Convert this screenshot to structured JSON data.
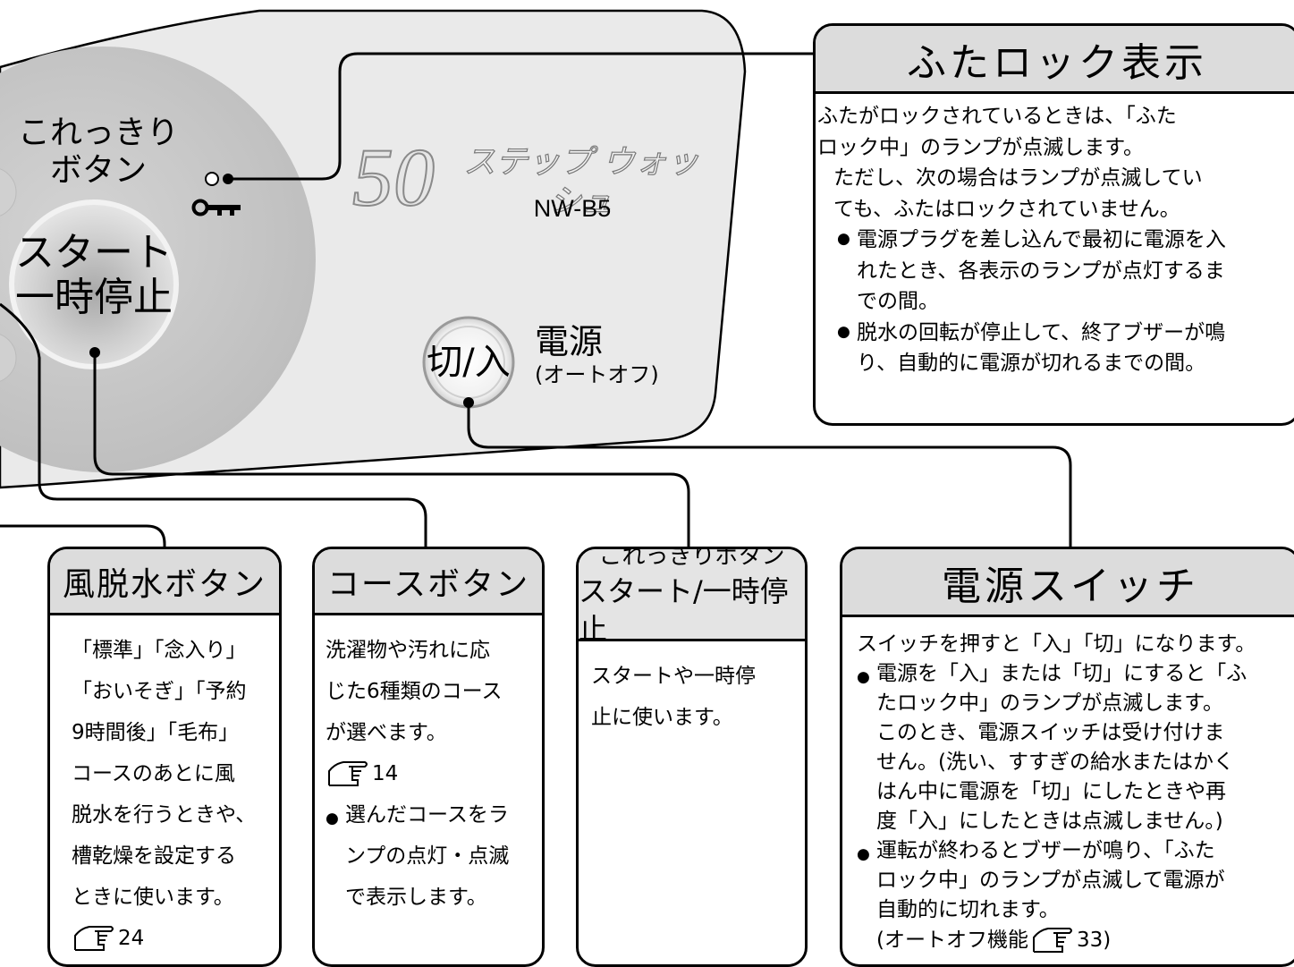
{
  "panel": {
    "korekkiri_label": [
      "これっきり",
      "ボタン"
    ],
    "start_label": [
      "スタート",
      "一時停止"
    ],
    "logo_number": "50",
    "logo_text": "ステップ ウォッシュ",
    "model": "NW-B5",
    "power_button_text": "切/入",
    "power_label": "電源",
    "power_sublabel": "(オートオフ)",
    "key_icon": "key-icon"
  },
  "lid_lock": {
    "title": "ふたロック表示",
    "lines": [
      "ふたがロックされているときは、「ふた",
      "ロック中」のランプが点滅します。"
    ],
    "indent_lines": [
      "ただし、次の場合はランプが点滅してい",
      "ても、ふたはロックされていません。"
    ],
    "bullets": [
      [
        "電源プラグを差し込んで最初に電源を入",
        "れたとき、各表示のランプが点灯するま",
        "での間。"
      ],
      [
        "脱水の回転が停止して、終了ブザーが鳴",
        "り、自動的に電源が切れるまでの間。"
      ]
    ]
  },
  "wind_dry": {
    "title": "風脱水ボタン",
    "lines": [
      "「標準」「念入り」",
      "「おいそぎ」「予約",
      "9時間後」「毛布」",
      "コースのあとに風",
      "脱水を行うときや、",
      "槽乾燥を設定する",
      "ときに使います。"
    ],
    "ref": "24"
  },
  "course": {
    "title": "コースボタン",
    "lines": [
      "洗濯物や汚れに応",
      "じた6種類のコース",
      "が選べます。"
    ],
    "ref": "14",
    "bullet": [
      "選んだコースをラ",
      "ンプの点灯・点滅",
      "で表示します。"
    ]
  },
  "korekkiri_start": {
    "title_line1": "これっきりボタン",
    "title_line2": "スタート/一時停止",
    "lines": [
      "スタートや一時停",
      "止に使います。"
    ]
  },
  "power_switch": {
    "title": "電源スイッチ",
    "intro": "スイッチを押すと「入」「切」になります。",
    "bullets": [
      [
        "電源を「入」または「切」にすると「ふ",
        "たロック中」のランプが点滅します。",
        "このとき、電源スイッチは受け付けま",
        "せん。(洗い、すすぎの給水またはかく",
        "はん中に電源を「切」にしたときや再",
        "度「入」にしたときは点滅しません。)"
      ],
      [
        "運転が終わるとブザーが鳴り、「ふた",
        "ロック中」のランプが点滅して電源が",
        "自動的に切れます。"
      ]
    ],
    "footer": "(オートオフ機能",
    "ref": "33)"
  }
}
